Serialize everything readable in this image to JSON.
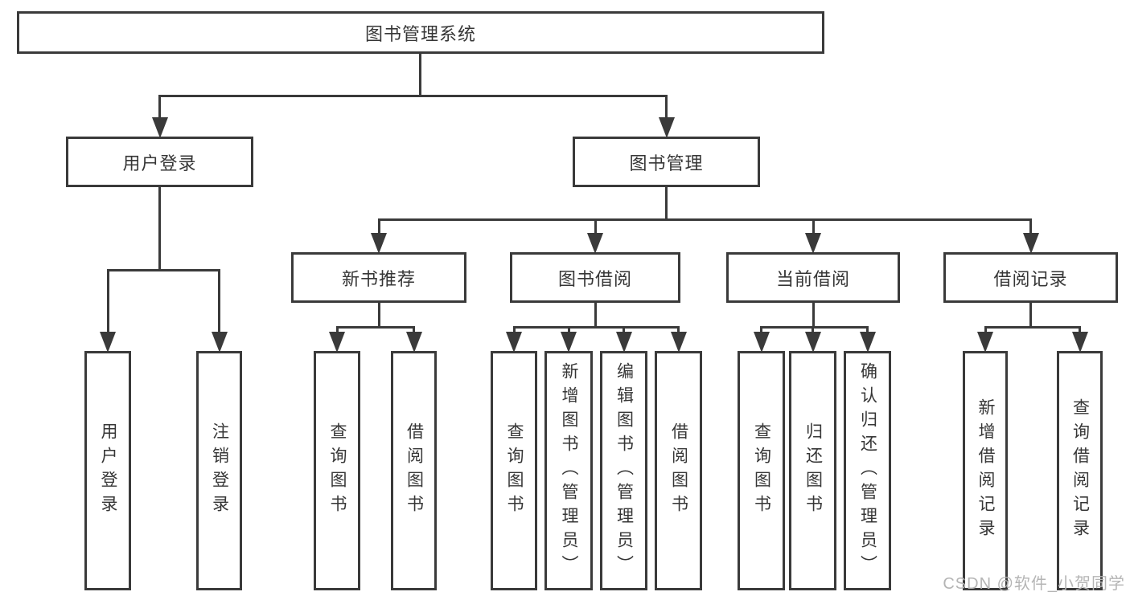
{
  "diagram": {
    "nodes": [
      {
        "id": "root",
        "parent": null,
        "label": "图书管理系统"
      },
      {
        "id": "user-login",
        "parent": "root",
        "label": "用户登录"
      },
      {
        "id": "book-mgmt",
        "parent": "root",
        "label": "图书管理"
      },
      {
        "id": "login",
        "parent": "user-login",
        "label": "用户登录"
      },
      {
        "id": "logout",
        "parent": "user-login",
        "label": "注销登录"
      },
      {
        "id": "new-book-rec",
        "parent": "book-mgmt",
        "label": "新书推荐"
      },
      {
        "id": "book-borrow",
        "parent": "book-mgmt",
        "label": "图书借阅"
      },
      {
        "id": "current-borrow",
        "parent": "book-mgmt",
        "label": "当前借阅"
      },
      {
        "id": "borrow-records",
        "parent": "book-mgmt",
        "label": "借阅记录"
      },
      {
        "id": "rec-query-book",
        "parent": "new-book-rec",
        "label": "查询图书"
      },
      {
        "id": "rec-borrow-book",
        "parent": "new-book-rec",
        "label": "借阅图书"
      },
      {
        "id": "bb-query-book",
        "parent": "book-borrow",
        "label": "查询图书"
      },
      {
        "id": "bb-add-book",
        "parent": "book-borrow",
        "label": "新增图书（管理员）"
      },
      {
        "id": "bb-edit-book",
        "parent": "book-borrow",
        "label": "编辑图书（管理员）"
      },
      {
        "id": "bb-borrow-book",
        "parent": "book-borrow",
        "label": "借阅图书"
      },
      {
        "id": "cb-query-book",
        "parent": "current-borrow",
        "label": "查询图书"
      },
      {
        "id": "cb-return-book",
        "parent": "current-borrow",
        "label": "归还图书"
      },
      {
        "id": "cb-confirm-return",
        "parent": "current-borrow",
        "label": "确认归还（管理员）"
      },
      {
        "id": "br-add-record",
        "parent": "borrow-records",
        "label": "新增借阅记录"
      },
      {
        "id": "br-query-record",
        "parent": "borrow-records",
        "label": "查询借阅记录"
      }
    ]
  },
  "watermark": {
    "text": "CSDN @软件_小贺同学"
  },
  "colors": {
    "line": "#3a3a3a",
    "text": "#363636",
    "watermark": "#b5b5b5",
    "background": "#ffffff"
  }
}
